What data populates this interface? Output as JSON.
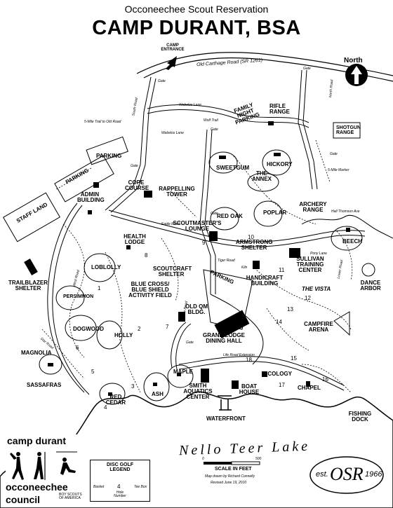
{
  "header": {
    "subtitle": "Occoneechee Scout Reservation",
    "title": "CAMP DURANT, BSA"
  },
  "north_label": "North",
  "lake_label": "Nello Teer Lake",
  "roads": {
    "old_carthage": "Old Carthage Road (SR 1261)",
    "webelos_lane_top": "Webelos Lane",
    "webelos_lane_left": "Webelos Lane",
    "south_road": "South Road",
    "wolf_trail": "Wolf Trail",
    "five_mile_trail_to_old_road": "5-Mile Trail to Old Road",
    "five_mile_marker": "5-Mile Marker",
    "eagle_road": "Eagle Road",
    "tiger_road": "Tiger Road",
    "life_road": "Life Road",
    "life_road_extension": "Life Road Extension",
    "star_road": "Star Road",
    "hall_thomson_ave": "Hall Thomson Ave",
    "lower_road": "Lower Road",
    "north_road": "North Road",
    "west_road": "West Road",
    "pony_lane": "Pony Lane"
  },
  "gates": [
    "Gate",
    "Gate",
    "Gate",
    "Gate",
    "Gate",
    "Gate",
    "Gate"
  ],
  "labels": {
    "camp_entrance": "CAMP ENTRANCE",
    "family_night_parking": "FAMILY NIGHT PARKING",
    "rifle_range": "RIFLE RANGE",
    "shotgun_range": "SHOTGUN RANGE",
    "hickory": "HICKORY",
    "sweetgum": "SWEETGUM",
    "the_annex": "THE ANNEX",
    "parking_left": "PARKING",
    "parking_mid": "PARKING",
    "parking_lodge": "PARKING",
    "admin_building": "ADMIN BUILDING",
    "staff_land": "STAFF LAND",
    "cope_course": "COPE COURSE",
    "rappelling_tower": "RAPPELLING TOWER",
    "poplar": "POPLAR",
    "archery_range": "ARCHERY RANGE",
    "red_oak": "RED OAK",
    "scoutmasters_lounge": "SCOUTMASTER'S LOUNGE",
    "armstrong_shelter": "ARMSTRONG SHELTER",
    "beech": "BEECH",
    "health_lodge": "HEALTH LODGE",
    "sullivan_training_center": "SULLIVAN TRAINING CENTER",
    "kiln": "Kiln",
    "dance_arbor": "DANCE ARBOR",
    "loblolly": "LOBLOLLY",
    "scoutcraft_shelter": "SCOUTCRAFT SHELTER",
    "handicraft_building": "HANDICRAFT BUILDING",
    "trailblazer_shelter": "TRAILBLAZER SHELTER",
    "persimmon": "PERSIMMON",
    "blue_cross_activity_field": "BLUE CROSS/ BLUE SHIELD ACTIVITY FIELD",
    "the_vista": "THE VISTA",
    "old_qm_bldg": "OLD QM BLDG.",
    "dogwood": "DOGWOOD",
    "holly": "HOLLY",
    "grand_lodge_dining_hall": "GRAND LODGE DINING HALL",
    "campfire_arena": "CAMPFIRE ARENA",
    "magnolia": "MAGNOLIA",
    "sassafras": "SASSAFRAS",
    "maple": "MAPLE",
    "ecology": "ECOLOGY",
    "smith_aquatics_center": "SMITH AQUATICS CENTER",
    "boat_house": "BOAT HOUSE",
    "chapel": "CHAPEL",
    "red_cedar": "RED CEDAR",
    "ash": "ASH",
    "waterfront": "WATERFRONT",
    "fishing_dock": "FISHING DOCK"
  },
  "disc_golf_holes": [
    "1",
    "2",
    "3",
    "4",
    "5",
    "6",
    "7",
    "8",
    "9",
    "10",
    "11",
    "12",
    "13",
    "14",
    "15",
    "16",
    "17",
    "18"
  ],
  "legend": {
    "title": "DISC GOLF LEGEND",
    "basket": "Basket",
    "tee_box": "Tee Box",
    "hole_number": "Hole Number",
    "sample_hole": "4"
  },
  "scale": {
    "zero": "0",
    "max": "500",
    "label": "SCALE IN FEET"
  },
  "credits": {
    "drawn_by": "Map drawn by Richard Connelly",
    "revised": "Revised June 19, 2010"
  },
  "logo_bottom_left": {
    "line1": "camp durant",
    "line2": "occoneechee",
    "line3": "council",
    "bsa": "BOY SCOUTS OF AMERICA"
  },
  "osr_badge": {
    "est": "est.",
    "mark": "OSR",
    "year": "1966"
  }
}
